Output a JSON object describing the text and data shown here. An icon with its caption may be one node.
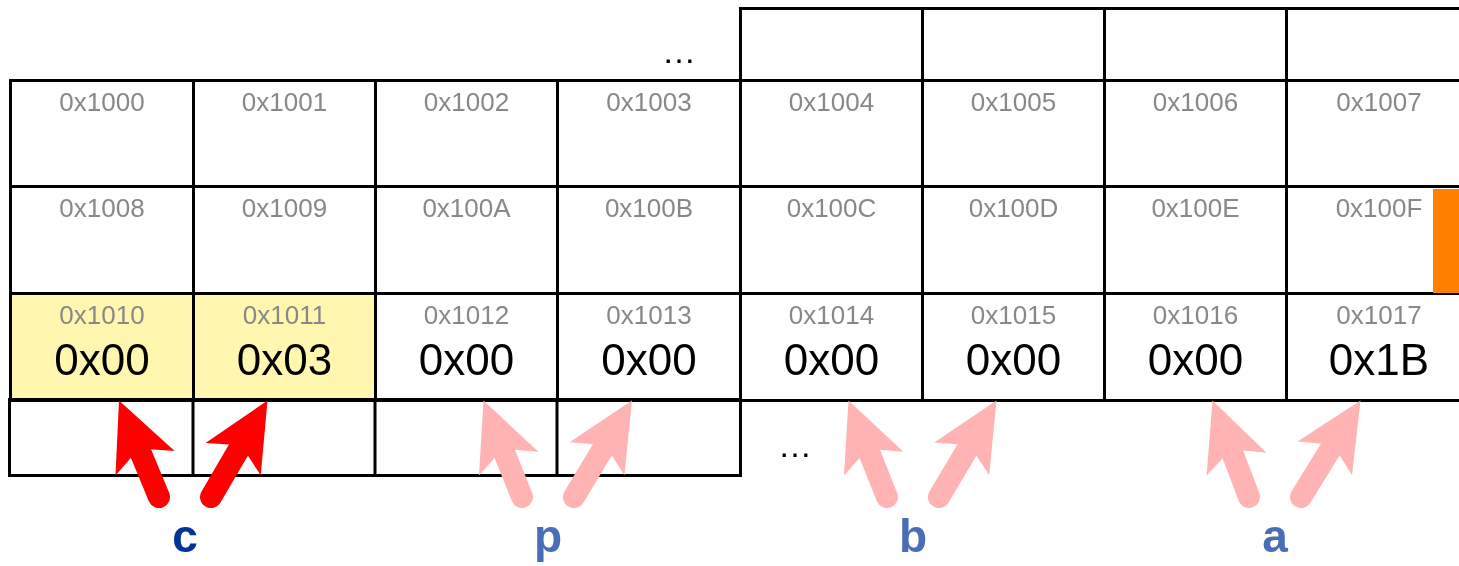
{
  "diagram": {
    "nodes": [
      {
        "text": [],
        "shape": "box"
      },
      {
        "text": [],
        "shape": "box"
      },
      {
        "text": [],
        "shape": "box"
      },
      {
        "text": [],
        "shape": "box"
      },
      {
        "text": [
          "0x1000"
        ]
      },
      {
        "text": [
          "0x1001"
        ]
      },
      {
        "text": [
          "0x1002"
        ]
      },
      {
        "text": [
          "0x1003"
        ]
      },
      {
        "text": [
          "0x1004"
        ]
      },
      {
        "text": [
          "0x1005"
        ]
      },
      {
        "text": [
          "0x1006"
        ]
      },
      {
        "text": [
          "0x1007"
        ]
      },
      {
        "text": [
          "0x1008"
        ]
      },
      {
        "text": [
          "0x1009"
        ]
      },
      {
        "text": [
          "0x100A"
        ]
      },
      {
        "text": [
          "0x100B"
        ]
      },
      {
        "text": [
          "0x100C"
        ]
      },
      {
        "text": [
          "0x100D"
        ]
      },
      {
        "text": [
          "0x100E"
        ]
      },
      {
        "text": [
          "0x100F"
        ]
      },
      {
        "text": [
          "0x1010",
          "0x00"
        ]
      },
      {
        "text": [
          "0x1011",
          "0x03"
        ]
      },
      {
        "text": [
          "0x1012",
          "0x00"
        ]
      },
      {
        "text": [
          "0x1013",
          "0x00"
        ]
      },
      {
        "text": [
          "0x1014",
          "0x00"
        ]
      },
      {
        "text": [
          "0x1015",
          "0x00"
        ]
      },
      {
        "text": [
          "0x1016",
          "0x00"
        ]
      },
      {
        "text": [
          "0x1017",
          "0x1B"
        ]
      },
      {
        "text": [
          "c"
        ]
      },
      {
        "text": [
          "p"
        ]
      },
      {
        "text": [
          "b"
        ]
      },
      {
        "text": [
          "a"
        ]
      }
    ],
    "edges": [
      {
        "from": 28,
        "to": 20,
        "arrow": "to",
        "color": "#ff0000"
      },
      {
        "from": 28,
        "to": 21,
        "arrow": "to",
        "color": "#ff0000"
      },
      {
        "from": 29,
        "to": 22,
        "arrow": "to"
      },
      {
        "from": 29,
        "to": 23,
        "arrow": "to"
      },
      {
        "from": 30,
        "to": 24,
        "arrow": "to"
      },
      {
        "from": 30,
        "to": 25,
        "arrow": "to"
      },
      {
        "from": 31,
        "to": 26,
        "arrow": "to"
      },
      {
        "from": 31,
        "to": 27,
        "arrow": "to"
      }
    ],
    "labels": [
      "…",
      "…"
    ]
  }
}
